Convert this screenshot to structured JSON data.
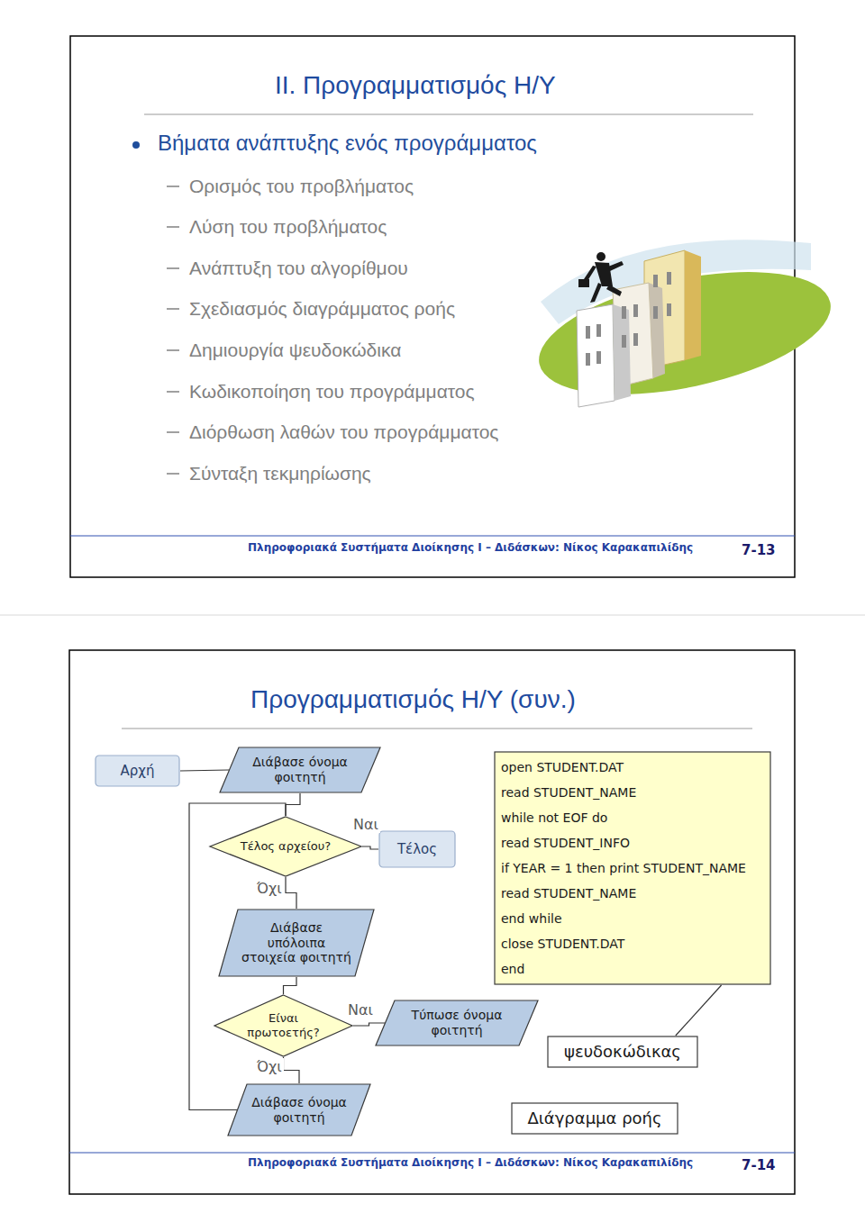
{
  "diagram": {
    "title": "II. Προγραμματισμός Η/Υ",
    "nodes": [
      {
        "text": [
          "Αρχή"
        ]
      },
      {
        "text": [
          "Διάβασε όνομα φοιτητή"
        ]
      },
      {
        "text": [
          "Τέλος αρχείου?"
        ]
      },
      {
        "text": [
          "Τέλος"
        ]
      },
      {
        "text": [
          "Διάβασε υπόλοιπα στοιχεία φοιτητή"
        ]
      },
      {
        "text": [
          "open STUDENT.DAT",
          "read STUDENT_NAME",
          "while not EOF do",
          "read STUDENT_INFO",
          "if YEAR = 1 then print STUDENT_NAME",
          "read STUDENT_NAME",
          "end while",
          "close STUDENT.DAT",
          "end"
        ]
      },
      {
        "text": [
          "Είναι πρωτοετής?"
        ]
      },
      {
        "text": [
          "Τύπωσε όνομα φοιτητή"
        ]
      },
      {
        "text": [
          "Διάβασε όνομα φοιτητή"
        ]
      },
      {
        "text": [
          "ψευδοκώδικας"
        ]
      },
      {
        "text": [
          "Διάγραμμα ροής"
        ]
      }
    ],
    "edges": [
      {
        "from": 0,
        "to": 1,
        "arrow": "none"
      },
      {
        "from": 1,
        "to": 2,
        "arrow": "none"
      },
      {
        "from": 2,
        "to": 3,
        "label": "Ναι",
        "arrow": "none"
      },
      {
        "from": 2,
        "to": 4,
        "label": "Όχι",
        "arrow": "none"
      },
      {
        "from": 4,
        "to": 6,
        "arrow": "none"
      },
      {
        "from": 6,
        "to": 7,
        "label": "Ναι",
        "arrow": "none"
      },
      {
        "from": 6,
        "to": 8,
        "label": "Όχι",
        "arrow": "none"
      },
      {
        "from": 8,
        "to": 2,
        "arrow": "none"
      },
      {
        "from": 9,
        "to": 5,
        "arrow": "none"
      }
    ],
    "labels": [
      "Βήματα ανάπτυξης ενός προγράμματος",
      "Ορισμός του προβλήματος",
      "Λύση του προβλήματος",
      "Ανάπτυξη του αλγορίθμου",
      "Σχεδιασμός διαγράμματος ροής",
      "Δημιουργία ψευδοκώδικα",
      "Κωδικοποίηση του προγράμματος",
      "Διόρθωση λαθών του προγράμματος",
      "Σύνταξη τεκμηρίωσης",
      "Πληροφοριακά Συστήματα Διοίκησης Ι – Διδάσκων: Νίκος Καρακαπιλίδης",
      "7-13",
      "Προγραμματισμός Η/Υ (συν.)",
      "Πληροφοριακά Συστήματα Διοίκησης Ι – Διδάσκων: Νίκος Καρακαπιλίδης",
      "7-14"
    ]
  }
}
